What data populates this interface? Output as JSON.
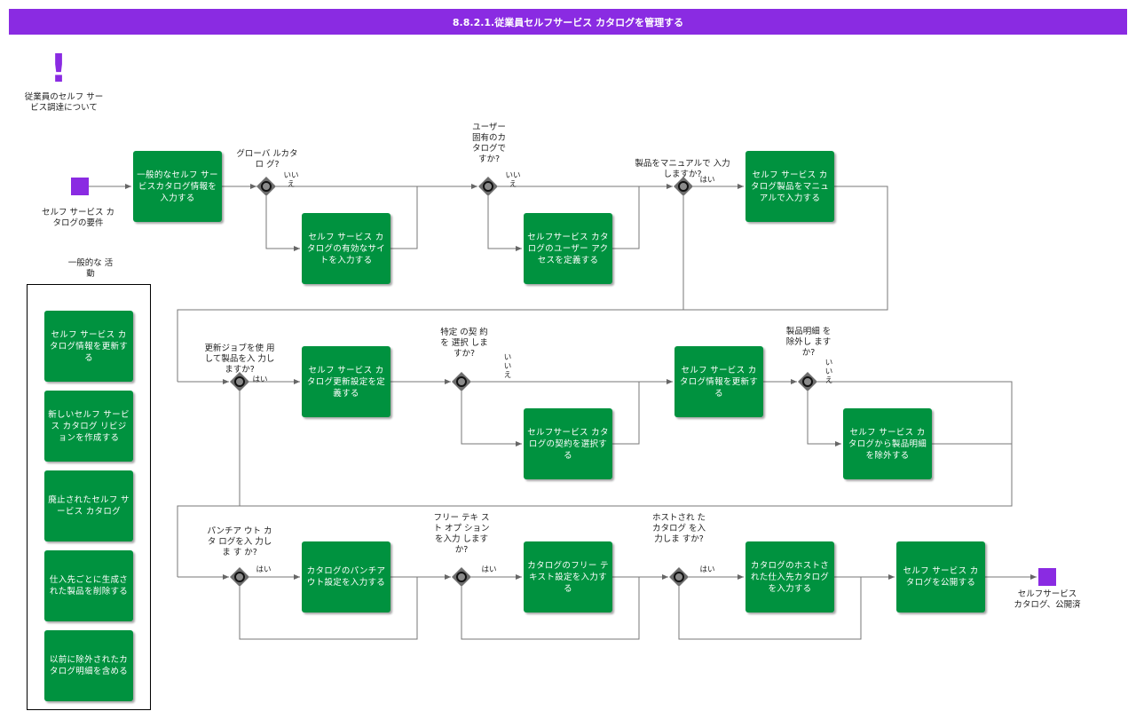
{
  "title": "8.8.2.1.従業員セルフサービス カタログを管理する",
  "colors": {
    "title_bar": "#8a2be2",
    "task": "#00923f",
    "event": "#8a2be2",
    "gateway": "#6e6e6e",
    "connector": "#555555"
  },
  "annotation": {
    "icon": "exclamation-icon",
    "label": "従業員のセルフ サービス調達について"
  },
  "start_event": {
    "label": "セルフ サービス カタログの要件"
  },
  "end_event": {
    "label": "セルフサービス カタログ、公開済"
  },
  "group": {
    "label": "一般的な 活動",
    "items": [
      "セルフ サービス カタログ情報を更新する",
      "新しいセルフ サービス カタログ リビジョンを作成する",
      "廃止されたセルフ サービス カタログ",
      "仕入先ごとに生成された製品を削除する",
      "以前に除外されたカタログ明細を含める"
    ]
  },
  "tasks": {
    "t1": "一般的なセルフ サービスカタログ情報を入力する",
    "t2": "セルフ サービス カタログの有効なサイトを入力する",
    "t3": "セルフサービス カタログのユーザー アクセスを定義する",
    "t4": "セルフ サービス カタログ製品をマニュアルで入力する",
    "t5": "セルフ サービス カタログ更新設定を定義する",
    "t6": "セルフサービス カタログの契約を選択する",
    "t7": "セルフ サービス カタログ情報を更新する",
    "t8": "セルフ サービス カタログから製品明細を除外する",
    "t9": "カタログのパンチアウト設定を入力する",
    "t10": "カタログのフリー テキスト設定を入力する",
    "t11": "カタログのホストされた仕入先カタログを入力する",
    "t12": "セルフ サービス カタログを公開する"
  },
  "gateways": {
    "g1": "グローバ ルカタロ グ?",
    "g2": "ユーザー 固有のカ タログで すか?",
    "g3": "製品をマニュアルで 入力しますか?",
    "g4": "更新ジョブを使 用して製品を入 力しますか?",
    "g5": "特定 の契 約を 選択 しま すか?",
    "g6": "製品明細 を除外し ますか?",
    "g7": "パンチア ウト カタ ログを入 力しま す か?",
    "g8": "フリー テキ スト オプ ションを入力 しますか?",
    "g9": "ホストされ たカタログ を入力しま すか?"
  },
  "answers": {
    "yes": "はい",
    "no": "いいえ"
  }
}
